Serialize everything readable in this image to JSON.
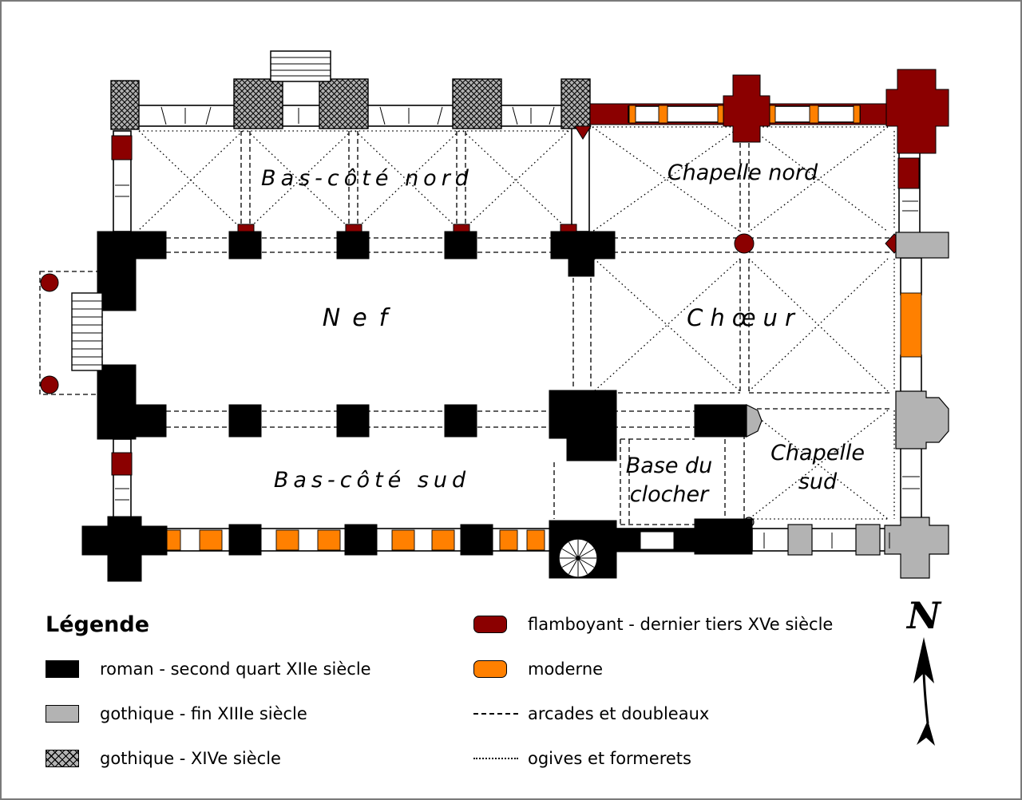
{
  "plan": {
    "labels": {
      "bas_cote_nord": "Bas-côté nord",
      "chapelle_nord": "Chapelle nord",
      "nef": "Nef",
      "choeur": "Chœur",
      "bas_cote_sud": "Bas-côté sud",
      "base_clocher_l1": "Base du",
      "base_clocher_l2": "clocher",
      "chapelle_sud_l1": "Chapelle",
      "chapelle_sud_l2": "sud"
    },
    "palette": {
      "roman": "#000000",
      "gothique_xiii": "#b3b3b3",
      "gothique_xiv": "#b3b3b3",
      "flamboyant": "#8b0000",
      "moderne": "#ff8000"
    }
  },
  "legend": {
    "title": "Légende",
    "items": {
      "roman": {
        "label": "roman - second quart XIIe siècle",
        "color": "#000000"
      },
      "gothique13": {
        "label": "gothique - fin XIIIe siècle",
        "color": "#b3b3b3"
      },
      "gothique14": {
        "label": "gothique - XIVe siècle",
        "color": "#b3b3b3"
      },
      "flamboyant": {
        "label": "flamboyant - dernier tiers XVe siècle",
        "color": "#8b0000"
      },
      "moderne": {
        "label": "moderne",
        "color": "#ff8000"
      },
      "arcades": {
        "label": "arcades et doubleaux"
      },
      "ogives": {
        "label": "ogives et formerets"
      }
    }
  },
  "compass": {
    "north_label": "N"
  }
}
